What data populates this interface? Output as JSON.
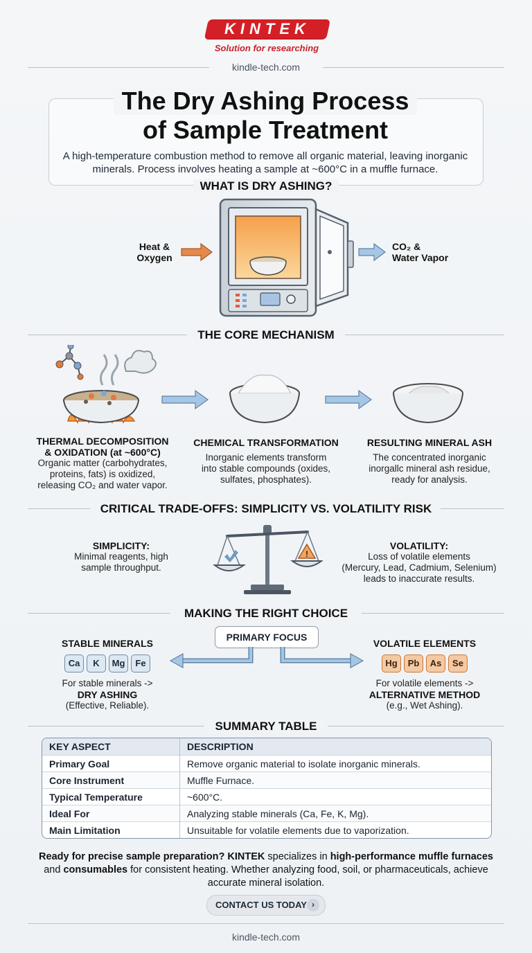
{
  "brand": {
    "logo": "KINTEK",
    "tagline": "Solution for researching",
    "site": "kindle-tech.com"
  },
  "title": {
    "line1": "The Dry Ashing Process",
    "line2": "of Sample Treatment",
    "subtitle": "A high-temperature combustion method to remove all organic material, leaving inorganic minerals. Process involves heating a sample at ~600°C in a muffle furnace."
  },
  "what": {
    "heading": "WHAT IS DRY ASHING?",
    "input": [
      "Heat &",
      "Oxygen"
    ],
    "output": [
      "CO₂ &",
      "Water Vapor"
    ]
  },
  "core": {
    "heading": "THE CORE MECHANISM",
    "steps": [
      {
        "title1": "THERMAL DECOMPOSITION",
        "title2": "& OXIDATION (at ~600°C)",
        "text": [
          "Organic matter (carbohydrates,",
          "proteins, fats) is oxidized,",
          "releasing CO₂ and water vapor."
        ]
      },
      {
        "title1": "CHEMICAL TRANSFORMATION",
        "title2": "",
        "text": [
          "Inorganic elements transform",
          "into stable compounds (oxides,",
          "sulfates, phosphates)."
        ]
      },
      {
        "title1": "RESULTING MINERAL ASH",
        "title2": "",
        "text": [
          "The concentrated inorganic",
          "inorgallc mineral ash residue,",
          "ready for analysis."
        ]
      }
    ]
  },
  "tradeoffs": {
    "heading": "CRITICAL TRADE-OFFS: SIMPLICITY VS. VOLATILITY RISK",
    "left": {
      "title": "SIMPLICITY:",
      "text": [
        "Minimal reagents, high",
        "sample throughput."
      ]
    },
    "right": {
      "title": "VOLATILITY:",
      "text": [
        "Loss of volatile elements",
        "(Mercury, Lead, Cadmium, Selenium)",
        "leads to inaccurate results."
      ]
    }
  },
  "choice": {
    "heading": "MAKING THE RIGHT CHOICE",
    "focus": "PRIMARY FOCUS",
    "left": {
      "title": "STABLE MINERALS",
      "chips": [
        "Ca",
        "K",
        "Mg",
        "Fe"
      ],
      "line1": "For stable minerals ->",
      "method": "DRY ASHING",
      "note": "(Effective, Reliable)."
    },
    "right": {
      "title": "VOLATILE ELEMENTS",
      "chips": [
        "Hg",
        "Pb",
        "As",
        "Se"
      ],
      "line1": "For volatile elements ->",
      "method": "ALTERNATIVE METHOD",
      "note": "(e.g., Wet Ashing)."
    }
  },
  "summary": {
    "heading": "SUMMARY TABLE",
    "headers": [
      "KEY ASPECT",
      "DESCRIPTION"
    ],
    "rows": [
      [
        "Primary Goal",
        "Remove organic material to isolate inorganic minerals."
      ],
      [
        "Core Instrument",
        "Muffle Furnace."
      ],
      [
        "Typical Temperature",
        "~600°C."
      ],
      [
        "Ideal For",
        "Analyzing stable minerals (Ca, Fe, K, Mg)."
      ],
      [
        "Main Limitation",
        "Unsuitable for volatile elements due to vaporization."
      ]
    ]
  },
  "cta": {
    "p1": "Ready for precise sample preparation? ",
    "brand": "KINTEK",
    "p2": " specializes in ",
    "b1": "high-performance muffle furnaces",
    "p3": " and ",
    "b2": "consumables",
    "p4": " for consistent heating. Whether analyzing food, soil, or pharmaceuticals, achieve accurate mineral isolation.",
    "button": "CONTACT US TODAY"
  },
  "colors": {
    "brand_red": "#d41f26",
    "arrow_blue": "#6f9cc4",
    "arrow_orange": "#e58a4d",
    "chip_blue": "#dce8f3",
    "chip_orange": "#f5c9a1"
  }
}
